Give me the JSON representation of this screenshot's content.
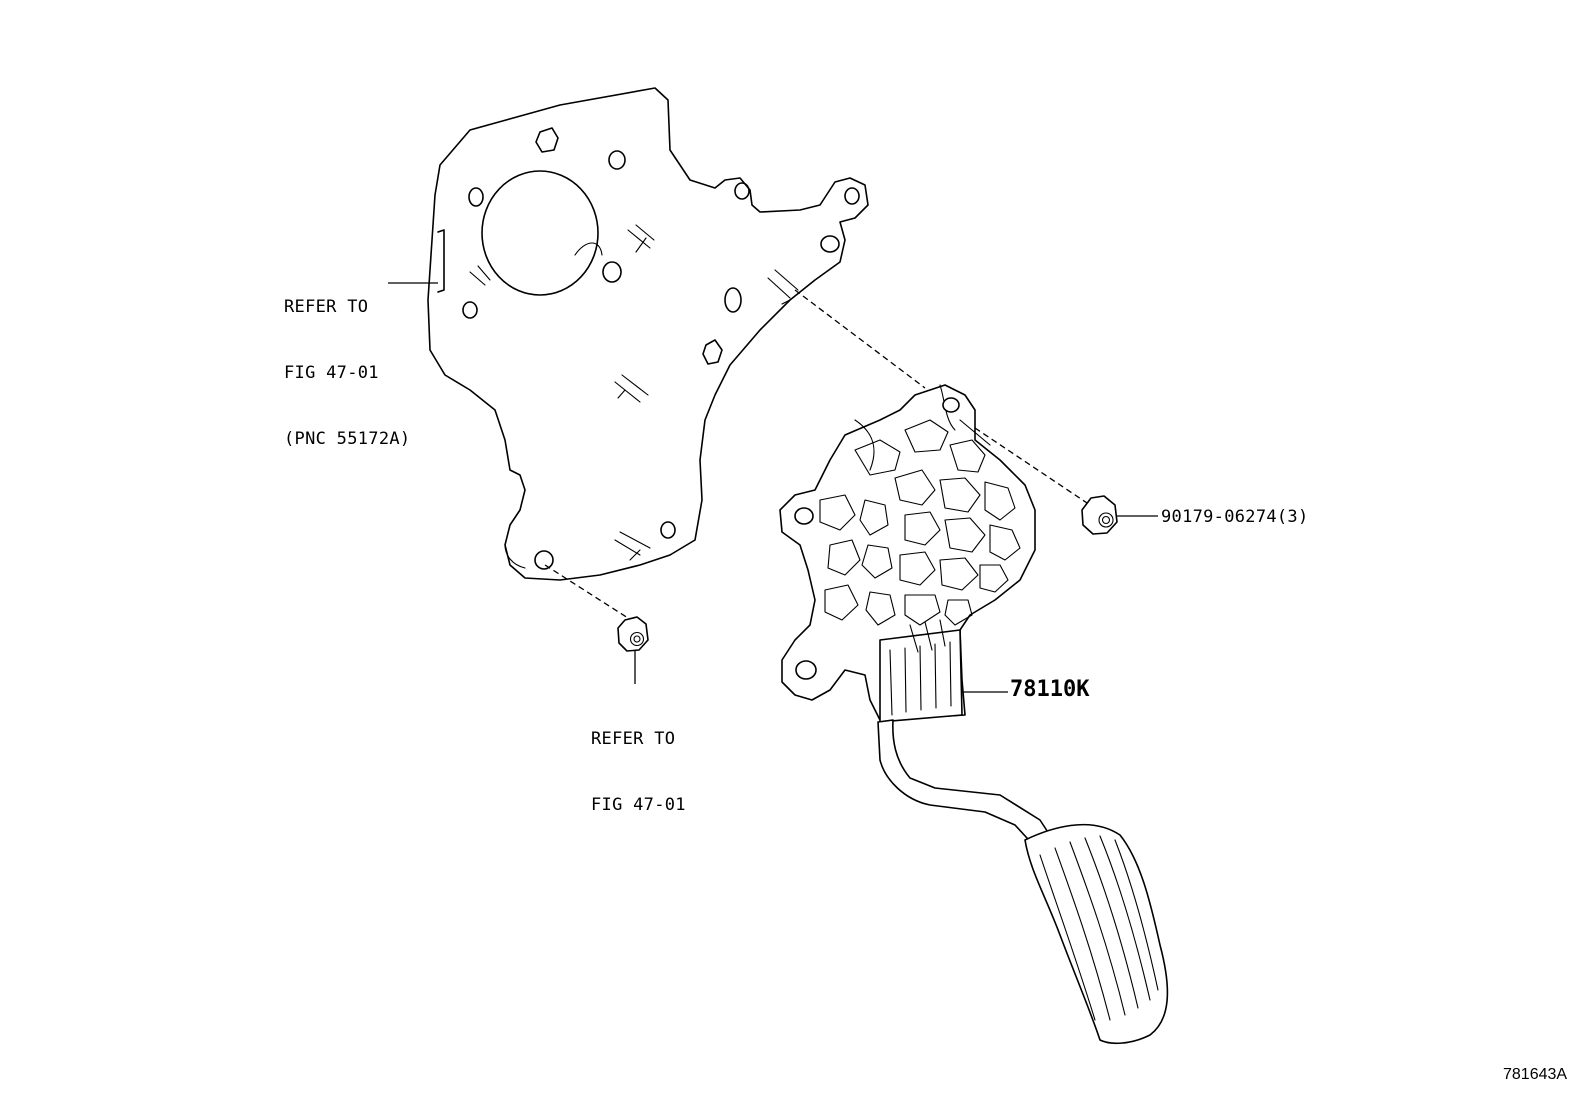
{
  "callouts": {
    "bracket_ref": {
      "line1": "REFER TO",
      "line2": "FIG 47-01",
      "line3": "(PNC 55172A)"
    },
    "nut_ref": {
      "line1": "REFER TO",
      "line2": "FIG 47-01"
    },
    "nut_part": "90179-06274(3)",
    "pedal_part": "78110K"
  },
  "illustration_number": "781643A"
}
